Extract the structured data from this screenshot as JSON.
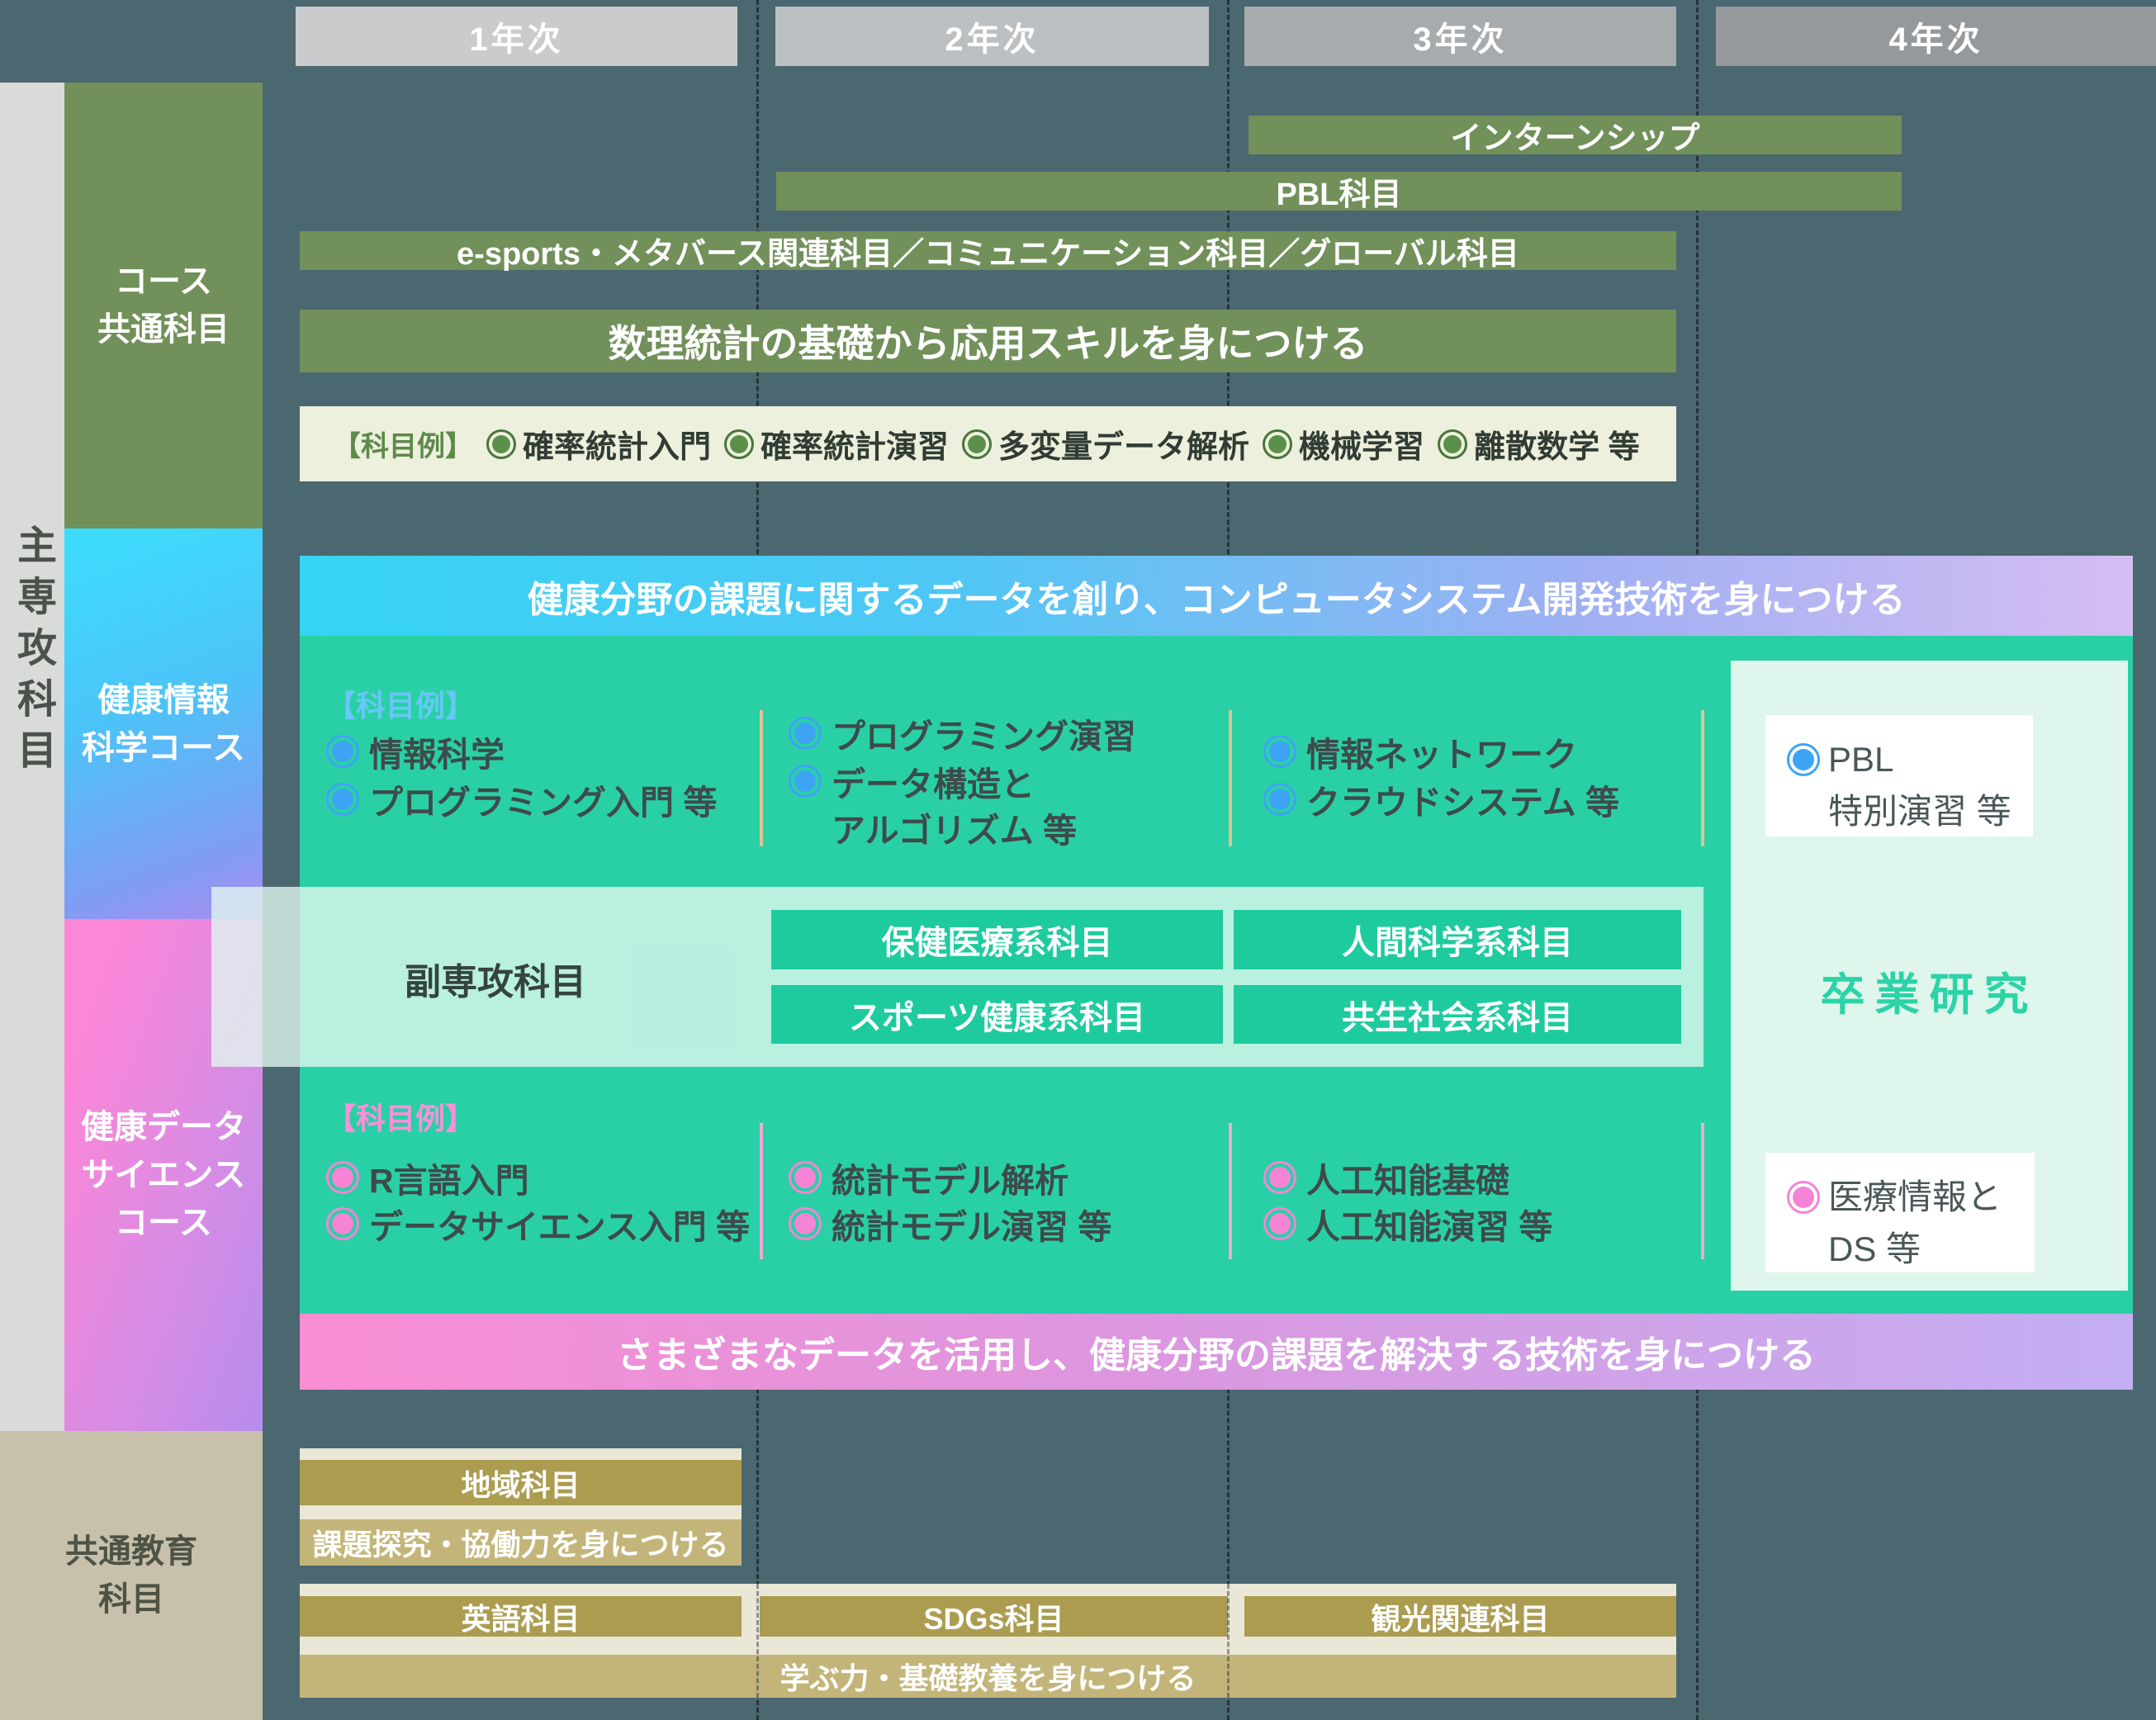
{
  "years": [
    "1年次",
    "2年次",
    "3年次",
    "4年次"
  ],
  "sidebar": {
    "main_vertical_label": "主専攻科目",
    "course_common": [
      "コース",
      "共通科目"
    ],
    "health_info_course": [
      "健康情報",
      "科学コース"
    ],
    "health_ds_course": [
      "健康データ",
      "サイエンス",
      "コース"
    ],
    "common_edu": [
      "共通教育",
      "科目"
    ]
  },
  "green_section": {
    "internship": "インターンシップ",
    "pbl": "PBL科目",
    "esports": "e-sports・メタバース関連科目／コミュニケーション科目／グローバル科目",
    "math_skill": "数理統計の基礎から応用スキルを身につける",
    "examples_label": "【科目例】",
    "examples": [
      "確率統計入門",
      "確率統計演習",
      "多変量データ解析",
      "機械学習",
      "離散数学 等"
    ]
  },
  "info_course": {
    "banner": "健康分野の課題に関するデータを創り、コンピュータシステム開発技術を身につける",
    "examples_label": "【科目例】",
    "col1": [
      "情報科学",
      "プログラミング入門 等"
    ],
    "col2": [
      "プログラミング演習",
      "データ構造と",
      "アルゴリズム 等"
    ],
    "col3": [
      "情報ネットワーク",
      "クラウドシステム 等"
    ],
    "pbl_chip": [
      "PBL",
      "特別演習 等"
    ]
  },
  "minor_subjects": {
    "label": "副専攻科目",
    "chips": [
      "保健医療系科目",
      "人間科学系科目",
      "スポーツ健康系科目",
      "共生社会系科目"
    ]
  },
  "graduation_research": "卒業研究",
  "ds_course": {
    "examples_label": "【科目例】",
    "col1": [
      "R言語入門",
      "データサイエンス入門 等"
    ],
    "col2": [
      "統計モデル解析",
      "統計モデル演習 等"
    ],
    "col3": [
      "人工知能基礎",
      "人工知能演習 等"
    ],
    "med_chip": [
      "医療情報と",
      "DS 等"
    ],
    "banner": "さまざまなデータを活用し、健康分野の課題を解決する技術を身につける"
  },
  "common_edu_section": {
    "regional": "地域科目",
    "inquiry": "課題探究・協働力を身につける",
    "english": "英語科目",
    "sdgs": "SDGs科目",
    "tourism": "観光関連科目",
    "basics": "学ぶ力・基礎教養を身につける"
  },
  "colors": {
    "background": "#4b6770",
    "green": "#71905a",
    "cream": "#edf0dc",
    "teal": "#2ad0a5",
    "mint_box": "#def6ec",
    "minor_band": "#e1f8f0",
    "blue_bullet": "#3da4f5",
    "pink_bullet": "#f584d6",
    "green_bullet": "#5a9049",
    "gold": "#ab9c50",
    "khaki": "#c3b579",
    "tan_sidebar": "#c7c1ab",
    "grad_text": "#2bd3a6",
    "year_grays": [
      "#c9cbcc",
      "#bcbfc1",
      "#a7abad",
      "#95999b"
    ]
  }
}
